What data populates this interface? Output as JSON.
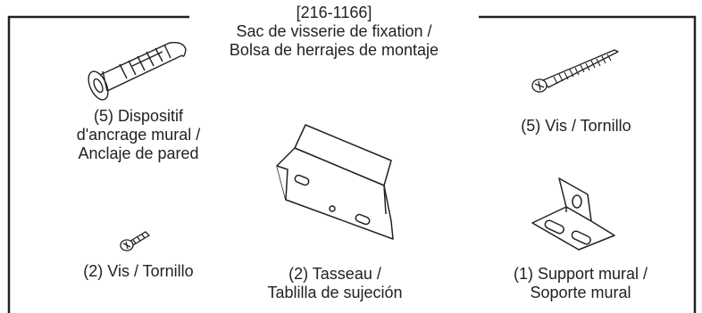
{
  "header": {
    "part_number": "[216-1166]",
    "line1": "Sac de visserie de fixation /",
    "line2": "Bolsa de herrajes de montaje"
  },
  "items": {
    "anchor": {
      "line1": "(5) Dispositif",
      "line2": "d'ancrage mural  /",
      "line3": "Anclaje de pared"
    },
    "long_screw": {
      "line1": "(5) Vis / Tornillo"
    },
    "short_screw": {
      "line1": "(2) Vis / Tornillo"
    },
    "cleat": {
      "line1": "(2) Tasseau /",
      "line2": "Tablilla de sujeción"
    },
    "bracket": {
      "line1": "(1)  Support mural /",
      "line2": "Soporte mural"
    }
  }
}
